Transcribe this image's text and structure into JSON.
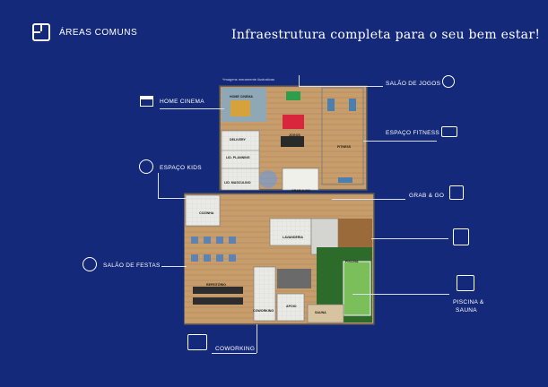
{
  "header": {
    "section_title": "ÁREAS COMUNS",
    "headline": "Infraestrutura completa para o seu bem estar!"
  },
  "plan": {
    "disclaimer": "*imagens meramente ilustrativas",
    "rooms": {
      "home_cinema": "HOME CINEMA",
      "jogos": "JOGOS",
      "fitness": "FITNESS",
      "delivery": "DELIVERY",
      "lid_planning": "LID. PLANNING",
      "lid_masculino": "LID. MASCULINO",
      "grab_go": "GRAB & GO",
      "cozinha": "COZINHA",
      "lavanderia": "LAVANDERIA",
      "piscina": "PISCINA",
      "refeitorio": "REFEITÓRIO",
      "coworking": "COWORKING",
      "apoio": "APOIO",
      "sauna": "SAUNA"
    }
  },
  "callouts": {
    "home_cinema": "HOME CINEMA",
    "espaco_kids": "ESPAÇO KIDS",
    "salao_festas": "SALÃO DE FESTAS",
    "coworking": "COWORKING",
    "salao_jogos": "SALÃO DE JOGOS",
    "espaco_fitness": "ESPAÇO FITNESS",
    "grab_go": "GRAB & GO",
    "piscina_line1": "PISCINA &",
    "piscina_line2": "SAUNA"
  },
  "colors": {
    "background": "#14297a",
    "floor_wood": "#c69d6b",
    "pool": "#3e8a3a",
    "tile": "#e8e8e4"
  },
  "icons": [
    "floorplan-icon",
    "clapperboard-icon",
    "kids-icon",
    "cake-icon",
    "coworking-icon",
    "billiard-icon",
    "dumbbell-icon",
    "store-icon",
    "washing-machine-icon",
    "pool-icon"
  ]
}
